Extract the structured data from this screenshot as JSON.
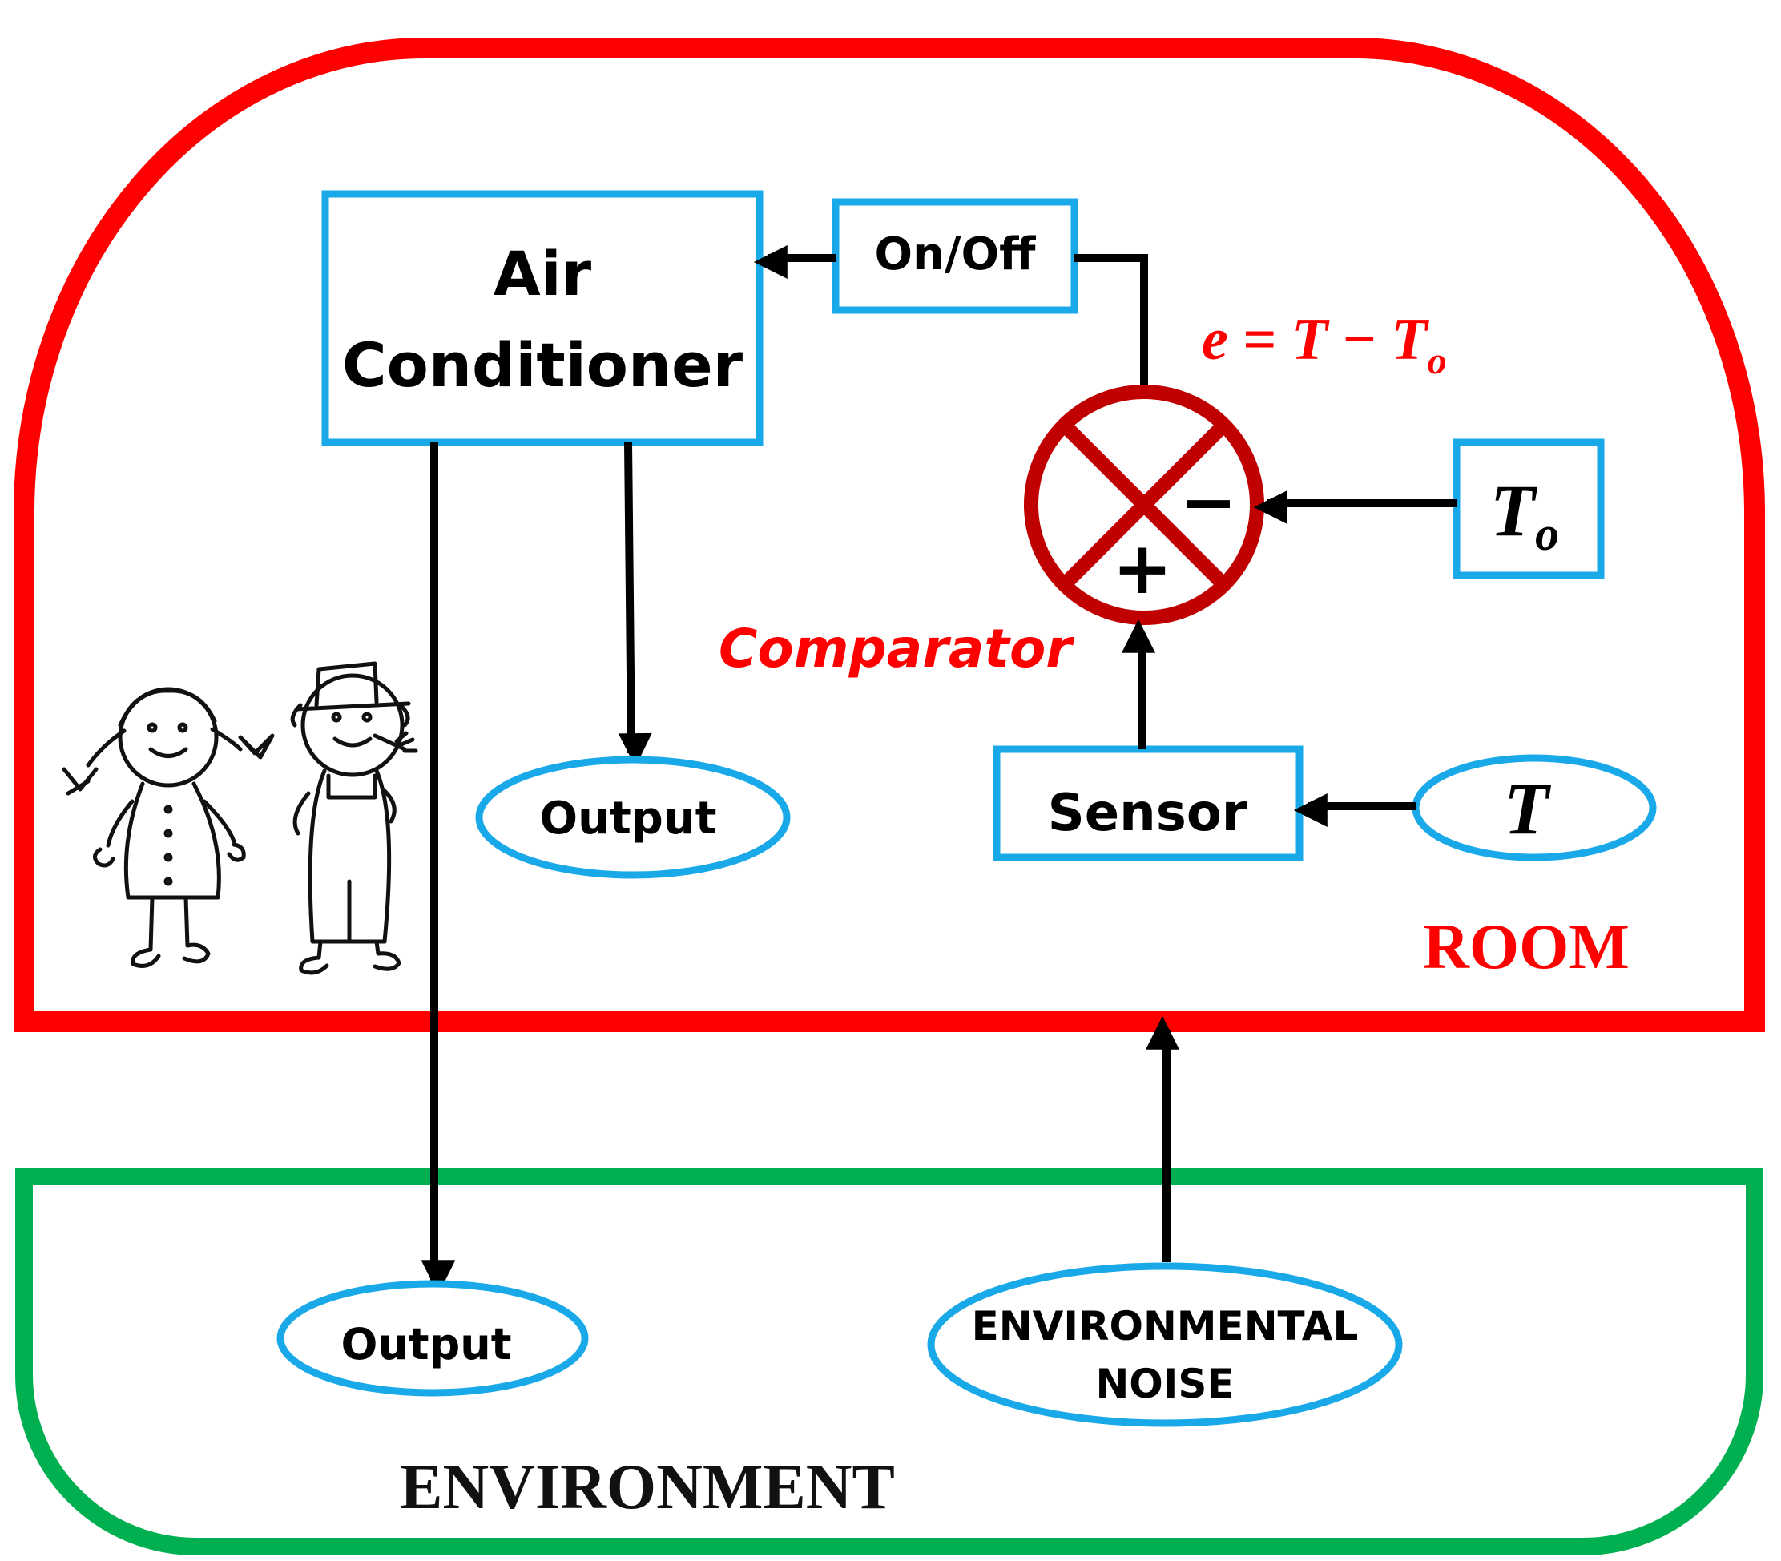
{
  "colors": {
    "room": "#ff0000",
    "environment": "#00b050",
    "block": "#1aa9e8",
    "comparator": "#c00000",
    "arrow": "#000000",
    "accent_text": "#ff0000"
  },
  "room": {
    "label": "ROOM"
  },
  "environment": {
    "label": "ENVIRONMENT"
  },
  "blocks": {
    "air_conditioner": {
      "line1": "Air",
      "line2": "Conditioner"
    },
    "on_off": {
      "label": "On/Off"
    },
    "sensor": {
      "label": "Sensor"
    },
    "setpoint": {
      "symbol": "T",
      "subscript": "o"
    }
  },
  "ellipses": {
    "room_output": {
      "label": "Output"
    },
    "room_temperature": {
      "symbol": "T"
    },
    "environment_output": {
      "label": "Output"
    },
    "environmental_noise": {
      "line1": "ENVIRONMENTAL",
      "line2": "NOISE"
    }
  },
  "comparator": {
    "label": "Comparator",
    "minus": "−",
    "plus": "+",
    "equation": {
      "lhs": "e",
      "eq": " = ",
      "t": "T",
      "minus": " − ",
      "t0": "T",
      "sub": "o"
    }
  },
  "illustration": {
    "icon": "two-children-drawing-icon"
  }
}
